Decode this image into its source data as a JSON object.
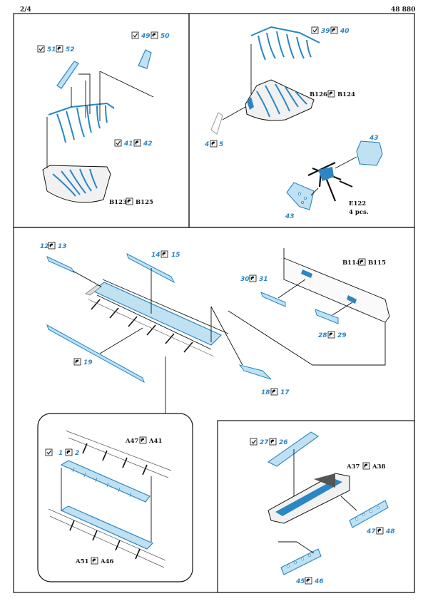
{
  "header": {
    "page": "2/4",
    "code": "48 880"
  },
  "colors": {
    "etch": "#2a86c4",
    "etch_fill": "#bfe1f2",
    "line": "#111111"
  },
  "labels": {
    "p1_51": "51",
    "p1_52": "52",
    "p1_49": "49",
    "p1_50": "50",
    "p1_41": "41",
    "p1_42": "42",
    "p1_b123": "B123",
    "p1_b125": "B125",
    "p2_39": "39",
    "p2_40": "40",
    "p2_b126": "B126",
    "p2_b124": "B124",
    "p2_4": "4",
    "p2_5": "5",
    "p2_43a": "43",
    "p2_43b": "43",
    "p2_e122": "E122",
    "p2_pcs": "4 pcs.",
    "p3_12": "12",
    "p3_13": "13",
    "p3_14": "14",
    "p3_15": "15",
    "p3_b114": "B114",
    "p3_b115": "B115",
    "p3_30": "30",
    "p3_31": "31",
    "p3_28": "28",
    "p3_29": "29",
    "p3_19": "19",
    "p3_18": "18",
    "p3_17": "17",
    "p4_a47": "A47",
    "p4_a41": "A41",
    "p4_1": "1",
    "p4_2": "2",
    "p4_a51": "A51",
    "p4_a46": "A46",
    "p5_27": "27",
    "p5_26": "26",
    "p5_a37": "A37",
    "p5_a38": "A38",
    "p5_47": "47",
    "p5_48": "48",
    "p5_45": "45",
    "p5_46": "46"
  }
}
